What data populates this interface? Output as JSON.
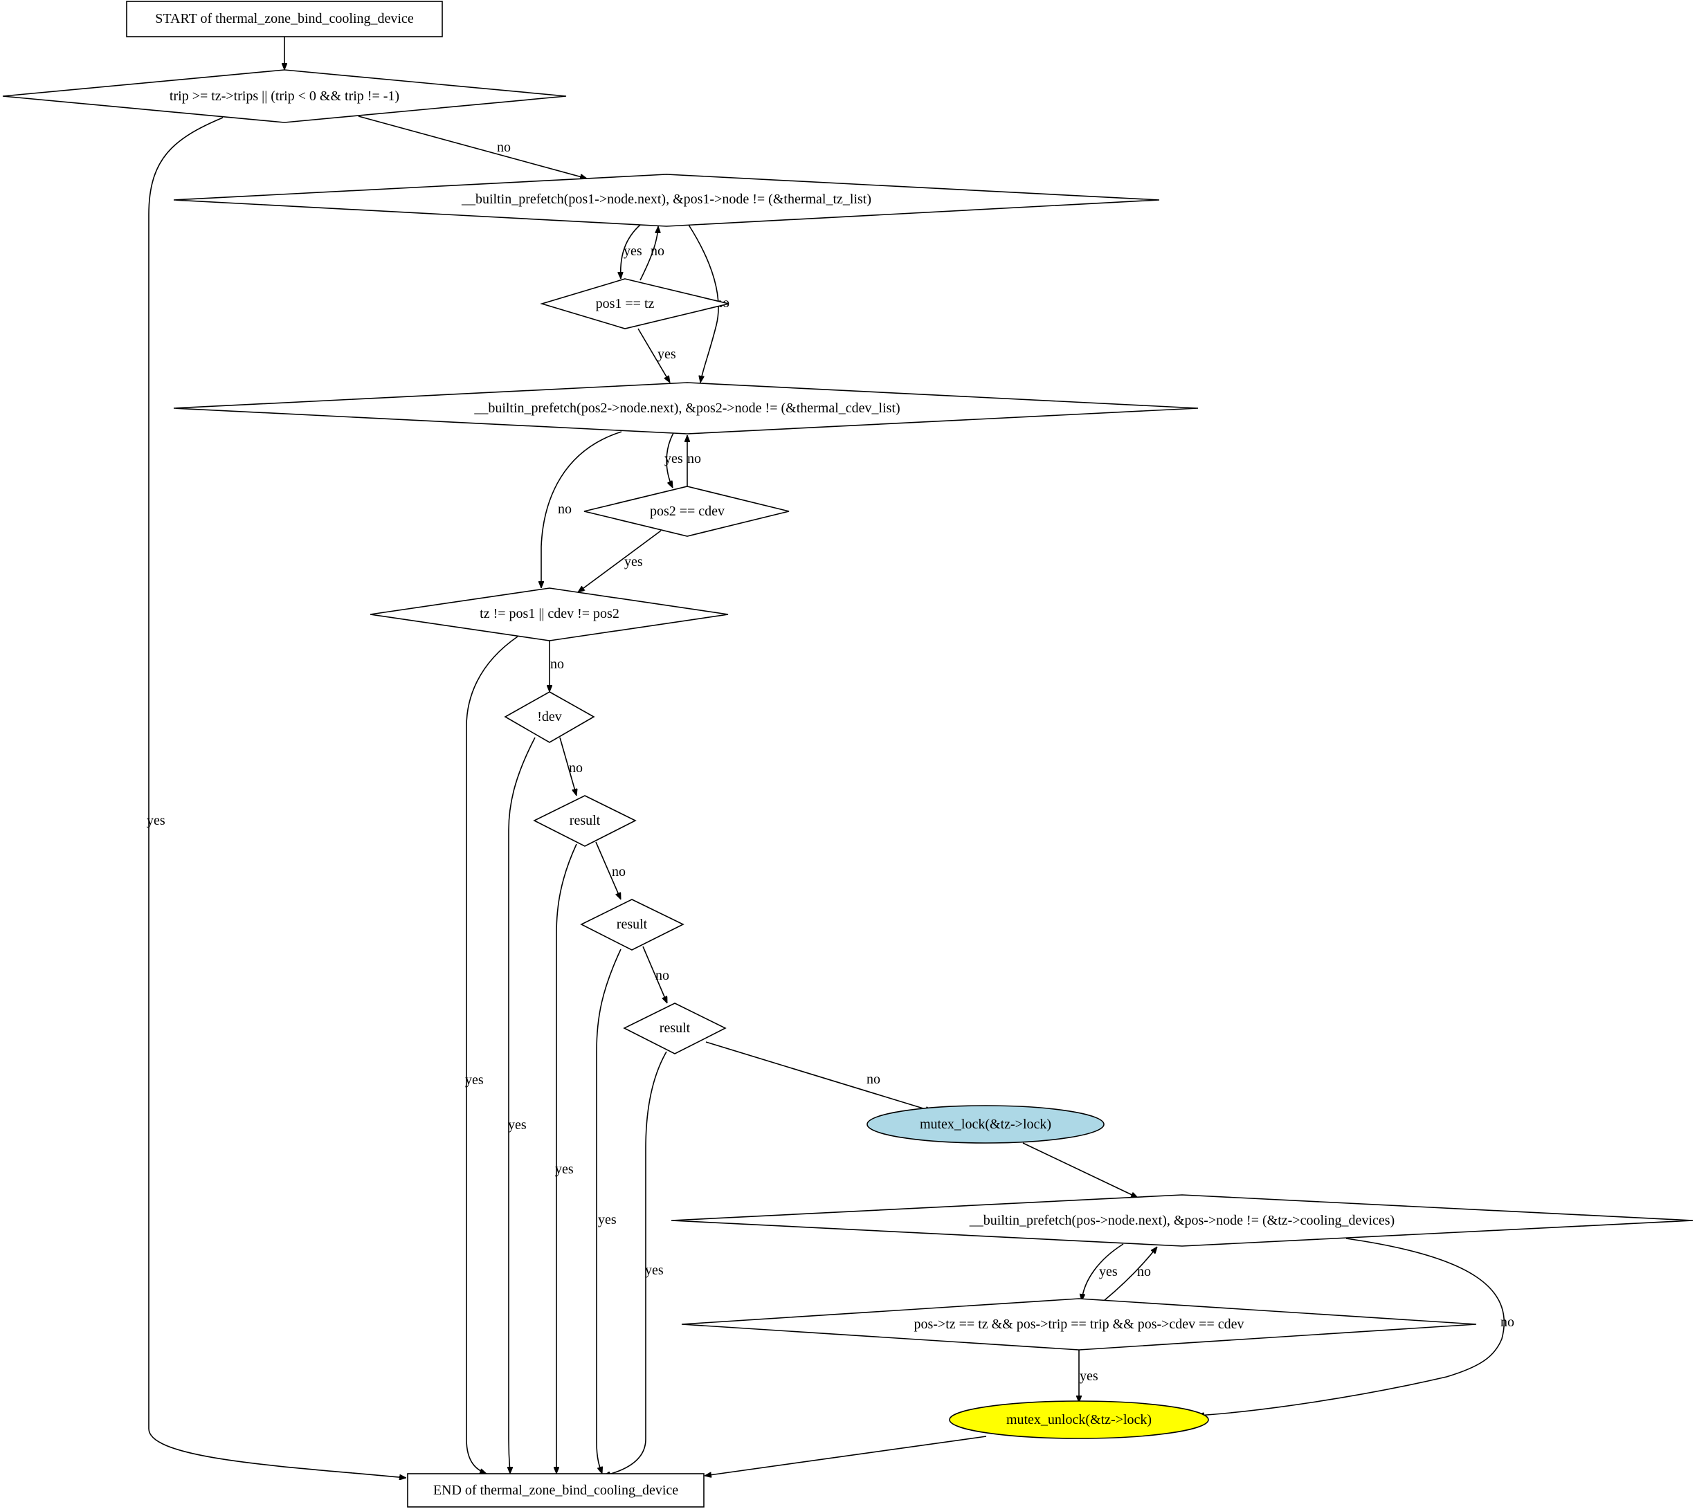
{
  "diagram": {
    "colors": {
      "lock_node": "#add8e6",
      "unlock_node": "#ffff00",
      "stroke": "#000000",
      "background": "#ffffff"
    },
    "nodes": {
      "start": "START of thermal_zone_bind_cooling_device",
      "cond_trip": "trip >= tz->trips || (trip < 0 && trip != -1)",
      "loop_tz": "__builtin_prefetch(pos1->node.next), &pos1->node != (&thermal_tz_list)",
      "cond_pos1": "pos1 == tz",
      "loop_cdev": "__builtin_prefetch(pos2->node.next), &pos2->node != (&thermal_cdev_list)",
      "cond_pos2": "pos2 == cdev",
      "cond_tz_cdev": "tz != pos1 || cdev != pos2",
      "cond_dev": "!dev",
      "cond_result1": "result",
      "cond_result2": "result",
      "cond_result3": "result",
      "mutex_lock": "mutex_lock(&tz->lock)",
      "loop_pos": "__builtin_prefetch(pos->node.next), &pos->node != (&tz->cooling_devices)",
      "cond_pos_match": "pos->tz == tz && pos->trip == trip && pos->cdev == cdev",
      "mutex_unlock": "mutex_unlock(&tz->lock)",
      "end": "END of thermal_zone_bind_cooling_device"
    },
    "edge_labels": {
      "trip_yes": "yes",
      "trip_no": "no",
      "loop_tz_yes": "yes",
      "pos1_no": "no",
      "loop_tz_no": "no",
      "pos1_yes": "yes",
      "loop_cdev_yes": "yes",
      "pos2_no": "no",
      "loop_cdev_no": "no",
      "pos2_yes": "yes",
      "tzcdev_no": "no",
      "tzcdev_yes": "yes",
      "dev_no": "no",
      "dev_yes": "yes",
      "result1_no": "no",
      "result1_yes": "yes",
      "result2_no": "no",
      "result2_yes": "yes",
      "result3_no": "no",
      "result3_yes": "yes",
      "loop_pos_yes": "yes",
      "posmatch_no": "no",
      "loop_pos_no": "no",
      "posmatch_yes": "yes"
    }
  }
}
